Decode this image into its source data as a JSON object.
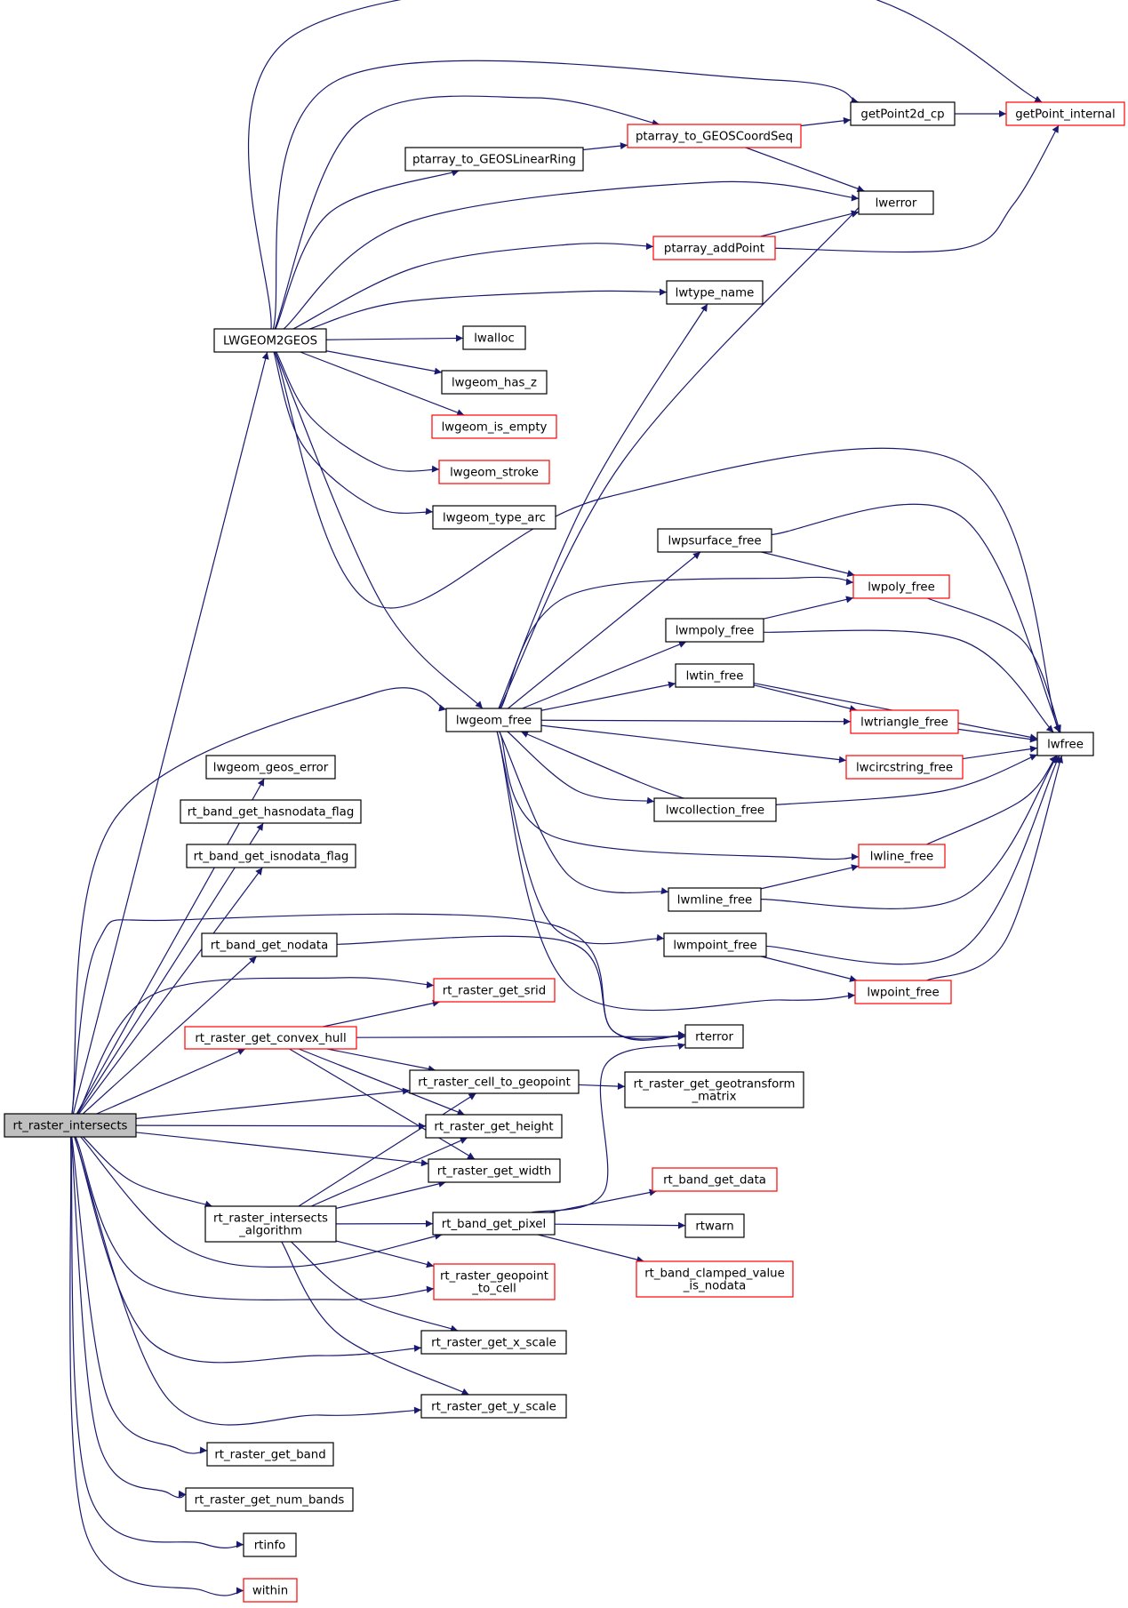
{
  "colors": {
    "edge": "#191970",
    "node_border": "#000000",
    "node_border_incomplete": "#ff0000",
    "root_fill": "#bfbfbf",
    "node_fill": "#ffffff"
  },
  "nodes": {
    "rt_raster_intersects": {
      "lines": [
        "rt_raster_intersects"
      ],
      "root": true
    },
    "LWGEOM2GEOS": {
      "lines": [
        "LWGEOM2GEOS"
      ]
    },
    "lwgeom_geos_error": {
      "lines": [
        "lwgeom_geos_error"
      ]
    },
    "rt_band_get_hasnodata_flag": {
      "lines": [
        "rt_band_get_hasnodata_flag"
      ]
    },
    "rt_band_get_isnodata_flag": {
      "lines": [
        "rt_band_get_isnodata_flag"
      ]
    },
    "rt_band_get_nodata": {
      "lines": [
        "rt_band_get_nodata"
      ]
    },
    "rt_raster_get_convex_hull": {
      "lines": [
        "rt_raster_get_convex_hull"
      ],
      "incomplete": true
    },
    "rt_raster_intersects_algorithm": {
      "lines": [
        "rt_raster_intersects",
        "_algorithm"
      ]
    },
    "rt_raster_get_band": {
      "lines": [
        "rt_raster_get_band"
      ]
    },
    "rt_raster_get_num_bands": {
      "lines": [
        "rt_raster_get_num_bands"
      ]
    },
    "rtinfo": {
      "lines": [
        "rtinfo"
      ]
    },
    "within": {
      "lines": [
        "within"
      ],
      "incomplete": true
    },
    "ptarray_to_GEOSLinearRing": {
      "lines": [
        "ptarray_to_GEOSLinearRing"
      ]
    },
    "lwalloc": {
      "lines": [
        "lwalloc"
      ]
    },
    "lwgeom_has_z": {
      "lines": [
        "lwgeom_has_z"
      ]
    },
    "lwgeom_is_empty": {
      "lines": [
        "lwgeom_is_empty"
      ],
      "incomplete": true
    },
    "lwgeom_stroke": {
      "lines": [
        "lwgeom_stroke"
      ],
      "incomplete": true
    },
    "lwgeom_type_arc": {
      "lines": [
        "lwgeom_type_arc"
      ]
    },
    "lwgeom_free": {
      "lines": [
        "lwgeom_free"
      ]
    },
    "rt_raster_get_srid": {
      "lines": [
        "rt_raster_get_srid"
      ],
      "incomplete": true
    },
    "rt_raster_cell_to_geopoint": {
      "lines": [
        "rt_raster_cell_to_geopoint"
      ]
    },
    "rt_raster_get_height": {
      "lines": [
        "rt_raster_get_height"
      ]
    },
    "rt_raster_get_width": {
      "lines": [
        "rt_raster_get_width"
      ]
    },
    "rt_band_get_pixel": {
      "lines": [
        "rt_band_get_pixel"
      ]
    },
    "rt_raster_geopoint_to_cell": {
      "lines": [
        "rt_raster_geopoint",
        "_to_cell"
      ],
      "incomplete": true
    },
    "rt_raster_get_x_scale": {
      "lines": [
        "rt_raster_get_x_scale"
      ]
    },
    "rt_raster_get_y_scale": {
      "lines": [
        "rt_raster_get_y_scale"
      ]
    },
    "ptarray_to_GEOSCoordSeq": {
      "lines": [
        "ptarray_to_GEOSCoordSeq"
      ],
      "incomplete": true
    },
    "ptarray_addPoint": {
      "lines": [
        "ptarray_addPoint"
      ],
      "incomplete": true
    },
    "lwtype_name": {
      "lines": [
        "lwtype_name"
      ]
    },
    "lwpsurface_free": {
      "lines": [
        "lwpsurface_free"
      ]
    },
    "lwmpoly_free": {
      "lines": [
        "lwmpoly_free"
      ]
    },
    "lwtin_free": {
      "lines": [
        "lwtin_free"
      ]
    },
    "lwcollection_free": {
      "lines": [
        "lwcollection_free"
      ]
    },
    "lwmline_free": {
      "lines": [
        "lwmline_free"
      ]
    },
    "lwmpoint_free": {
      "lines": [
        "lwmpoint_free"
      ]
    },
    "rterror": {
      "lines": [
        "rterror"
      ]
    },
    "rt_raster_get_geotransform_matrix": {
      "lines": [
        "rt_raster_get_geotransform",
        "_matrix"
      ]
    },
    "rt_band_get_data": {
      "lines": [
        "rt_band_get_data"
      ],
      "incomplete": true
    },
    "rtwarn": {
      "lines": [
        "rtwarn"
      ]
    },
    "rt_band_clamped_value_is_nodata": {
      "lines": [
        "rt_band_clamped_value",
        "_is_nodata"
      ],
      "incomplete": true
    },
    "getPoint2d_cp": {
      "lines": [
        "getPoint2d_cp"
      ]
    },
    "lwerror": {
      "lines": [
        "lwerror"
      ]
    },
    "lwpoly_free": {
      "lines": [
        "lwpoly_free"
      ],
      "incomplete": true
    },
    "lwtriangle_free": {
      "lines": [
        "lwtriangle_free"
      ],
      "incomplete": true
    },
    "lwcircstring_free": {
      "lines": [
        "lwcircstring_free"
      ],
      "incomplete": true
    },
    "lwline_free": {
      "lines": [
        "lwline_free"
      ],
      "incomplete": true
    },
    "lwpoint_free": {
      "lines": [
        "lwpoint_free"
      ],
      "incomplete": true
    },
    "getPoint_internal": {
      "lines": [
        "getPoint_internal"
      ],
      "incomplete": true
    },
    "lwfree": {
      "lines": [
        "lwfree"
      ]
    }
  },
  "edges": [
    [
      "rt_raster_intersects",
      "LWGEOM2GEOS"
    ],
    [
      "rt_raster_intersects",
      "lwgeom_free"
    ],
    [
      "rt_raster_intersects",
      "lwgeom_geos_error"
    ],
    [
      "rt_raster_intersects",
      "rt_band_get_hasnodata_flag"
    ],
    [
      "rt_raster_intersects",
      "rt_band_get_isnodata_flag"
    ],
    [
      "rt_raster_intersects",
      "rt_band_get_nodata"
    ],
    [
      "rt_raster_intersects",
      "rterror"
    ],
    [
      "rt_raster_intersects",
      "rt_raster_get_srid"
    ],
    [
      "rt_raster_intersects",
      "rt_raster_get_convex_hull"
    ],
    [
      "rt_raster_intersects",
      "rt_raster_cell_to_geopoint"
    ],
    [
      "rt_raster_intersects",
      "rt_raster_get_height"
    ],
    [
      "rt_raster_intersects",
      "rt_raster_get_width"
    ],
    [
      "rt_raster_intersects",
      "rt_raster_intersects_algorithm"
    ],
    [
      "rt_raster_intersects",
      "rt_band_get_pixel"
    ],
    [
      "rt_raster_intersects",
      "rt_raster_geopoint_to_cell"
    ],
    [
      "rt_raster_intersects",
      "rt_raster_get_x_scale"
    ],
    [
      "rt_raster_intersects",
      "rt_raster_get_y_scale"
    ],
    [
      "rt_raster_intersects",
      "rt_raster_get_band"
    ],
    [
      "rt_raster_intersects",
      "rt_raster_get_num_bands"
    ],
    [
      "rt_raster_intersects",
      "rtinfo"
    ],
    [
      "rt_raster_intersects",
      "within"
    ],
    [
      "LWGEOM2GEOS",
      "getPoint_internal"
    ],
    [
      "LWGEOM2GEOS",
      "getPoint2d_cp"
    ],
    [
      "LWGEOM2GEOS",
      "ptarray_to_GEOSCoordSeq"
    ],
    [
      "LWGEOM2GEOS",
      "ptarray_to_GEOSLinearRing"
    ],
    [
      "LWGEOM2GEOS",
      "lwerror"
    ],
    [
      "LWGEOM2GEOS",
      "ptarray_addPoint"
    ],
    [
      "LWGEOM2GEOS",
      "lwtype_name"
    ],
    [
      "LWGEOM2GEOS",
      "lwalloc"
    ],
    [
      "LWGEOM2GEOS",
      "lwgeom_has_z"
    ],
    [
      "LWGEOM2GEOS",
      "lwgeom_is_empty"
    ],
    [
      "LWGEOM2GEOS",
      "lwgeom_stroke"
    ],
    [
      "LWGEOM2GEOS",
      "lwgeom_type_arc"
    ],
    [
      "LWGEOM2GEOS",
      "lwgeom_free"
    ],
    [
      "LWGEOM2GEOS",
      "lwfree"
    ],
    [
      "ptarray_to_GEOSLinearRing",
      "ptarray_to_GEOSCoordSeq"
    ],
    [
      "ptarray_to_GEOSCoordSeq",
      "getPoint2d_cp"
    ],
    [
      "ptarray_to_GEOSCoordSeq",
      "lwerror"
    ],
    [
      "getPoint2d_cp",
      "getPoint_internal"
    ],
    [
      "ptarray_addPoint",
      "lwerror"
    ],
    [
      "ptarray_addPoint",
      "getPoint_internal"
    ],
    [
      "lwgeom_free",
      "lwtype_name"
    ],
    [
      "lwgeom_free",
      "lwerror"
    ],
    [
      "lwgeom_free",
      "lwpsurface_free"
    ],
    [
      "lwgeom_free",
      "lwpoly_free"
    ],
    [
      "lwgeom_free",
      "lwmpoly_free"
    ],
    [
      "lwgeom_free",
      "lwtin_free"
    ],
    [
      "lwgeom_free",
      "lwtriangle_free"
    ],
    [
      "lwgeom_free",
      "lwcircstring_free"
    ],
    [
      "lwgeom_free",
      "lwcollection_free"
    ],
    [
      "lwgeom_free",
      "lwline_free"
    ],
    [
      "lwgeom_free",
      "lwmline_free"
    ],
    [
      "lwgeom_free",
      "lwmpoint_free"
    ],
    [
      "lwgeom_free",
      "lwpoint_free"
    ],
    [
      "lwpsurface_free",
      "lwpoly_free"
    ],
    [
      "lwpsurface_free",
      "lwfree"
    ],
    [
      "lwmpoly_free",
      "lwpoly_free"
    ],
    [
      "lwmpoly_free",
      "lwfree"
    ],
    [
      "lwtin_free",
      "lwtriangle_free"
    ],
    [
      "lwtin_free",
      "lwfree"
    ],
    [
      "lwcollection_free",
      "lwgeom_free"
    ],
    [
      "lwcollection_free",
      "lwfree"
    ],
    [
      "lwmline_free",
      "lwline_free"
    ],
    [
      "lwmline_free",
      "lwfree"
    ],
    [
      "lwmpoint_free",
      "lwpoint_free"
    ],
    [
      "lwmpoint_free",
      "lwfree"
    ],
    [
      "lwpoly_free",
      "lwfree"
    ],
    [
      "lwtriangle_free",
      "lwfree"
    ],
    [
      "lwcircstring_free",
      "lwfree"
    ],
    [
      "lwline_free",
      "lwfree"
    ],
    [
      "lwpoint_free",
      "lwfree"
    ],
    [
      "rt_band_get_nodata",
      "rterror"
    ],
    [
      "rt_raster_get_convex_hull",
      "rt_raster_get_srid"
    ],
    [
      "rt_raster_get_convex_hull",
      "rterror"
    ],
    [
      "rt_raster_get_convex_hull",
      "rt_raster_cell_to_geopoint"
    ],
    [
      "rt_raster_get_convex_hull",
      "rt_raster_get_height"
    ],
    [
      "rt_raster_get_convex_hull",
      "rt_raster_get_width"
    ],
    [
      "rt_raster_cell_to_geopoint",
      "rt_raster_get_geotransform_matrix"
    ],
    [
      "rt_raster_intersects_algorithm",
      "rt_raster_cell_to_geopoint"
    ],
    [
      "rt_raster_intersects_algorithm",
      "rt_raster_get_height"
    ],
    [
      "rt_raster_intersects_algorithm",
      "rt_raster_get_width"
    ],
    [
      "rt_raster_intersects_algorithm",
      "rt_band_get_pixel"
    ],
    [
      "rt_raster_intersects_algorithm",
      "rt_raster_geopoint_to_cell"
    ],
    [
      "rt_raster_intersects_algorithm",
      "rt_raster_get_x_scale"
    ],
    [
      "rt_raster_intersects_algorithm",
      "rt_raster_get_y_scale"
    ],
    [
      "rt_band_get_pixel",
      "rterror"
    ],
    [
      "rt_band_get_pixel",
      "rt_band_get_data"
    ],
    [
      "rt_band_get_pixel",
      "rtwarn"
    ],
    [
      "rt_band_get_pixel",
      "rt_band_clamped_value_is_nodata"
    ]
  ]
}
